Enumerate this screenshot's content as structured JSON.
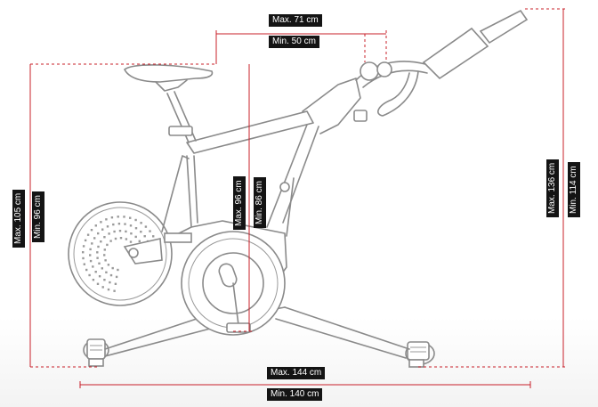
{
  "labels": {
    "handlebar_reach_max": "Max. 71 cm",
    "handlebar_reach_min": "Min. 50 cm",
    "saddle_height_max": "Max. 105 cm",
    "saddle_height_min": "Min. 96 cm",
    "pedal_height_max": "Max. 96 cm",
    "pedal_height_min": "Min. 86 cm",
    "total_height_max": "Max. 136 cm",
    "total_height_min": "Min. 114 cm",
    "length_max": "Max. 144 cm",
    "length_min": "Min. 140 cm"
  },
  "colors": {
    "dimension_line": "#c8202a",
    "label_background": "#141414",
    "label_text": "#ffffff",
    "bike_outline": "#8a8a8a"
  }
}
